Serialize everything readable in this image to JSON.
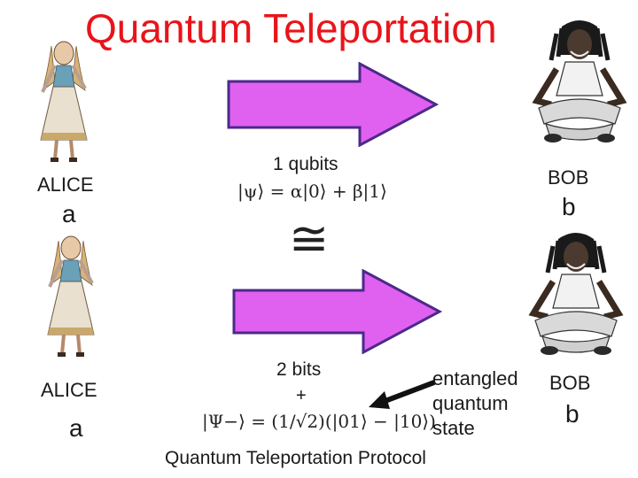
{
  "title": "Quantum Teleportation",
  "alice_label_1": "ALICE",
  "alice_letter_1": "a",
  "alice_label_2": "ALICE",
  "alice_letter_2": "a",
  "bob_label_1": "BOB",
  "bob_letter_1": "b",
  "bob_label_2": "BOB",
  "bob_letter_2": "b",
  "qubit_label": "1 qubits",
  "qubit_state": "|ψ⟩ = α|0⟩ + β|1⟩",
  "equivalence_symbol": "≅",
  "bits_label": "2 bits",
  "plus_sign": "+",
  "bell_state": "|Ψ−⟩ = (1/√2)(|01⟩ − |10⟩)",
  "entangled_text": [
    "entangled",
    "quantum",
    "state"
  ],
  "caption": "Quantum Teleportation Protocol",
  "colors": {
    "title": "#e8141a",
    "arrow_fill": "#e060f0",
    "arrow_stroke": "#4b2a8a",
    "text": "#1a1a1a"
  },
  "icons": [
    "alice-figure",
    "bob-figure",
    "arrow-right",
    "pointer-arrow"
  ]
}
